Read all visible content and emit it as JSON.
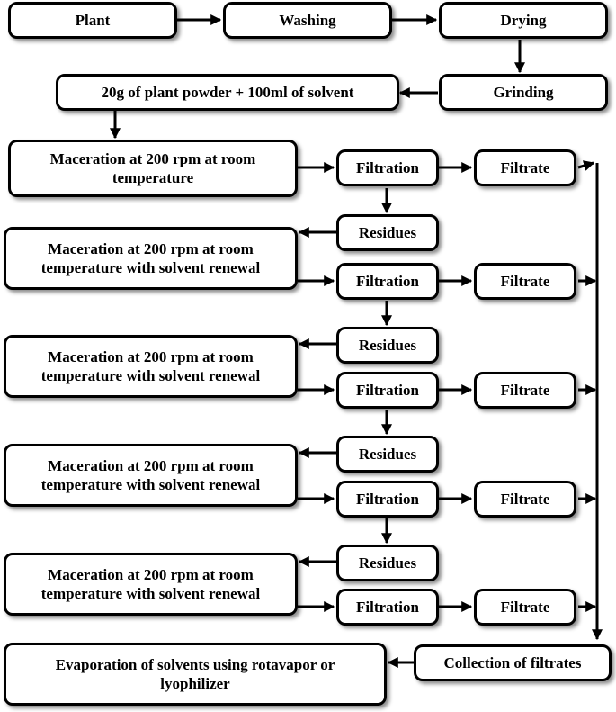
{
  "flowchart": {
    "plant": "Plant",
    "washing": "Washing",
    "drying": "Drying",
    "grinding": "Grinding",
    "powder_solvent": "20g of plant powder + 100ml of solvent",
    "maceration_1": "Maceration at 200 rpm at room temperature",
    "maceration_renewal": "Maceration at 200 rpm at room temperature with solvent renewal",
    "filtration": "Filtration",
    "filtrate": "Filtrate",
    "residues": "Residues",
    "collection": "Collection of filtrates",
    "evaporation": "Evaporation of solvents using rotavapor or lyophilizer"
  },
  "colors": {
    "stroke": "#000000",
    "fill": "#ffffff"
  }
}
